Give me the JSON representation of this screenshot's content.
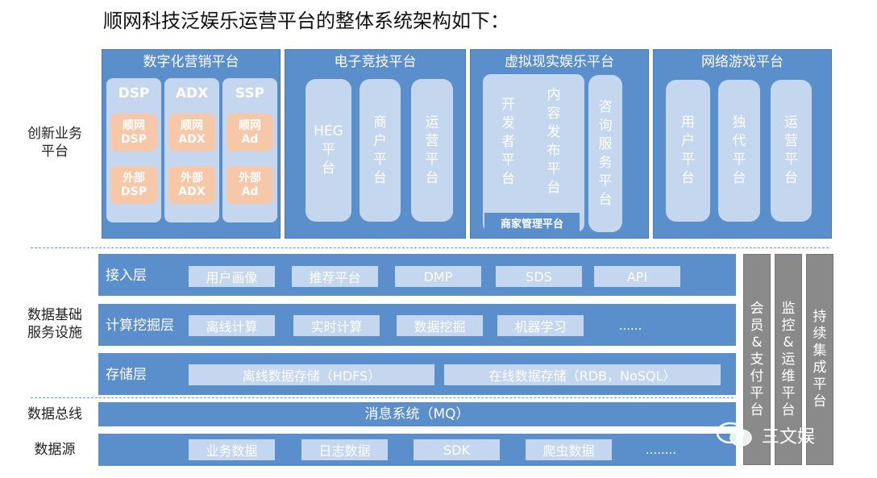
{
  "title": "顺网科技泛娱乐运营平台的整体系统架构如下：",
  "row_labels": {
    "innovation": "创新业务\n平台",
    "data_infra": "数据基础\n服务设施",
    "data_bus": "数据总线",
    "data_source": "数据源"
  },
  "digital_marketing": {
    "title": "数字化营销平台",
    "columns": [
      {
        "head": "DSP",
        "items": [
          "顺网\nDSP",
          "外部\nDSP"
        ]
      },
      {
        "head": "ADX",
        "items": [
          "顺网\nADX",
          "外部\nADX"
        ]
      },
      {
        "head": "SSP",
        "items": [
          "顺网\nAd",
          "外部\nAd"
        ]
      }
    ]
  },
  "esports": {
    "title": "电子竞技平台",
    "items": [
      "HEG\n平\n台",
      "商\n户\n平\n台",
      "运\n营\n平\n台"
    ]
  },
  "vr": {
    "title": "虚拟现实娱乐平台",
    "items": [
      "开\n发\n者\n平\n台",
      "内\n容\n发\n布\n平\n台",
      "咨\n询\n服\n务\n平\n台"
    ],
    "merchant": "商家管理平台"
  },
  "game": {
    "title": "网络游戏平台",
    "items": [
      "用\n户\n平\n台",
      "独\n代\n平\n台",
      "运\n营\n平\n台"
    ]
  },
  "access_layer": {
    "label": "接入层",
    "items": [
      "用户画像",
      "推荐平台",
      "DMP",
      "SDS",
      "API"
    ]
  },
  "compute_layer": {
    "label": "计算挖掘层",
    "items": [
      "离线计算",
      "实时计算",
      "数据挖掘",
      "机器学习"
    ],
    "more": "......"
  },
  "storage_layer": {
    "label": "存储层",
    "items": [
      "离线数据存储（HDFS）",
      "在线数据存储（RDB，NoSQL）"
    ]
  },
  "bus": {
    "label": "消息系统（MQ）"
  },
  "sources": {
    "items": [
      "业务数据",
      "日志数据",
      "SDK",
      "爬虫数据"
    ],
    "more": "........"
  },
  "side_platforms": [
    "会\n员\n&\n支\n付\n平\n台",
    "监\n控\n&\n运\n维\n平\n台",
    "持\n续\n集\n成\n平\n台"
  ],
  "watermark": "三文娱",
  "colors": {
    "blue": "#5b8fcb",
    "light": "#c5d6ef",
    "orange": "#f6c8a8",
    "gray": "#8a8a8a"
  }
}
